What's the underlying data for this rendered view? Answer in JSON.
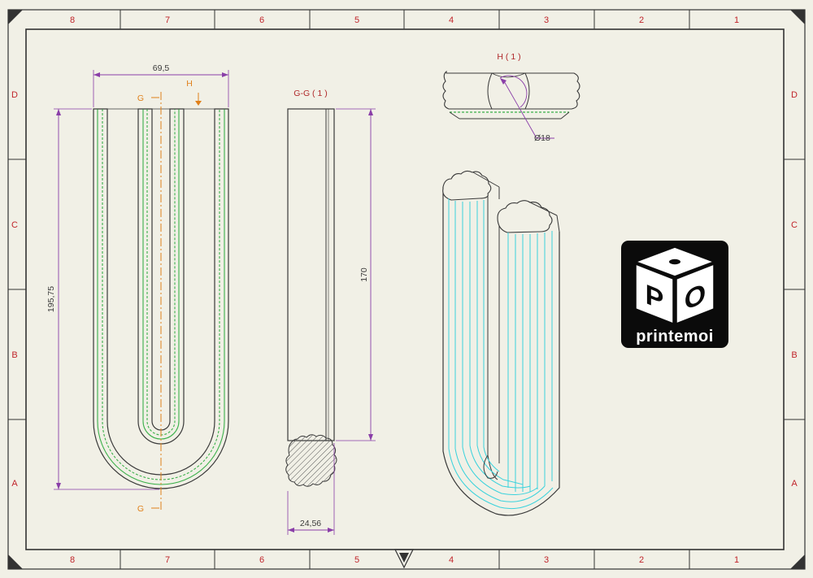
{
  "sheet": {
    "columns": [
      "8",
      "7",
      "6",
      "5",
      "4",
      "3",
      "2",
      "1"
    ],
    "rows": [
      "D",
      "C",
      "B",
      "A"
    ]
  },
  "dimensions": {
    "overall_width": "69,5",
    "overall_height": "195,75",
    "straight_length": "170",
    "section_width": "24,56",
    "detail_diameter": "Ø18"
  },
  "labels": {
    "section_marker": "G",
    "detail_marker": "H",
    "section_view_title": "G-G ( 1 )",
    "detail_view_title": "H ( 1 )"
  },
  "logo": {
    "text": "printemoi",
    "cube_letters": [
      "P",
      "O"
    ]
  },
  "colors": {
    "border_text": "#c0242a",
    "dimension_line": "#8a3ea8",
    "centerline": "#e0801a",
    "edge_green": "#3bb04a",
    "iso_cyan": "#3ad2dc",
    "sheet": "#f1f0e6"
  }
}
